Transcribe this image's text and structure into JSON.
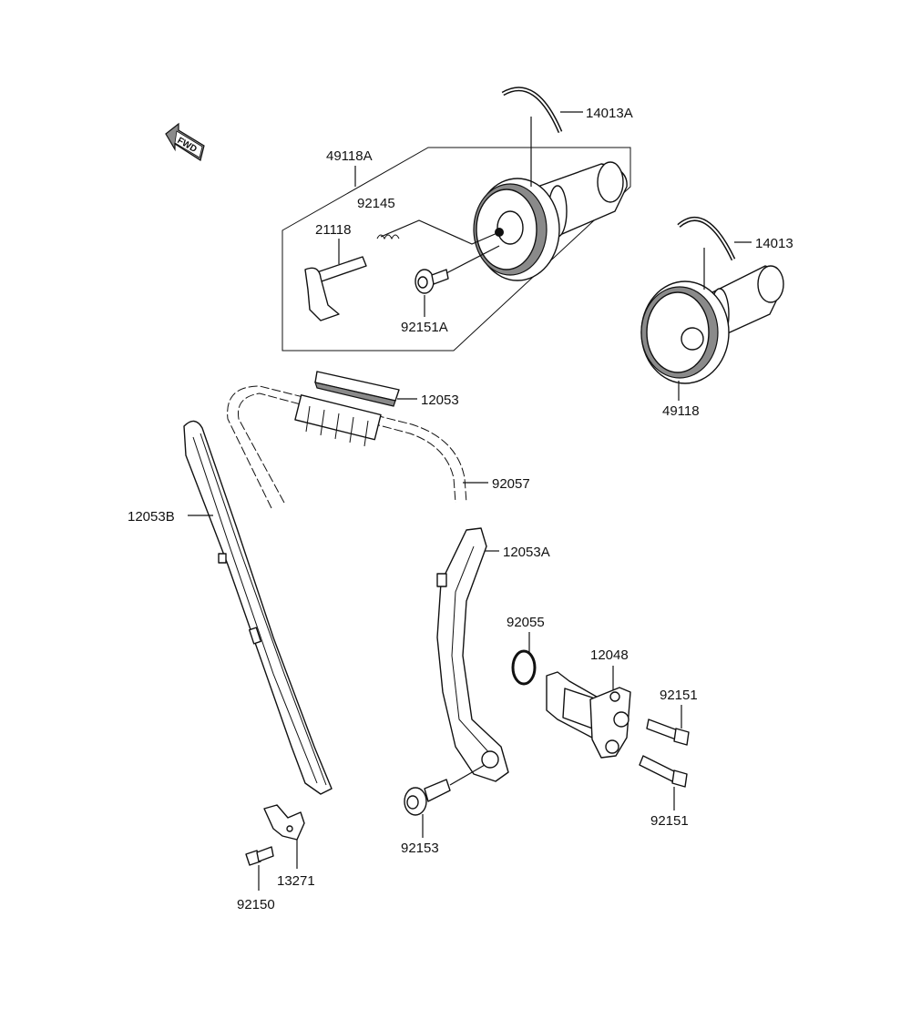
{
  "diagram": {
    "fwd_label": "FWD",
    "parts": [
      {
        "id": "14013A",
        "label": "14013A"
      },
      {
        "id": "49118A",
        "label": "49118A"
      },
      {
        "id": "92145",
        "label": "92145"
      },
      {
        "id": "21118",
        "label": "21118"
      },
      {
        "id": "92151A",
        "label": "92151A"
      },
      {
        "id": "14013",
        "label": "14013"
      },
      {
        "id": "49118",
        "label": "49118"
      },
      {
        "id": "12053",
        "label": "12053"
      },
      {
        "id": "92057",
        "label": "92057"
      },
      {
        "id": "12053B",
        "label": "12053B"
      },
      {
        "id": "12053A",
        "label": "12053A"
      },
      {
        "id": "92055",
        "label": "92055"
      },
      {
        "id": "12048",
        "label": "12048"
      },
      {
        "id": "92151_top",
        "label": "92151"
      },
      {
        "id": "92151_bottom",
        "label": "92151"
      },
      {
        "id": "92153",
        "label": "92153"
      },
      {
        "id": "13271",
        "label": "13271"
      },
      {
        "id": "92150",
        "label": "92150"
      }
    ]
  }
}
